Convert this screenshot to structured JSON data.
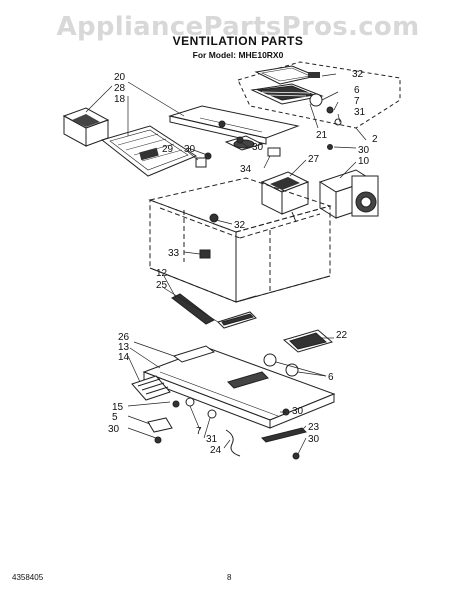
{
  "watermark": "AppliancePartsPros.com",
  "title": "VENTILATION PARTS",
  "subtitle": "For Model: MHE10RX0",
  "footer": {
    "doc_number": "4358405",
    "page_number": "8"
  },
  "callouts": [
    "20",
    "28",
    "18",
    "32",
    "6",
    "7",
    "31",
    "21",
    "2",
    "30",
    "10",
    "30",
    "29",
    "30",
    "34",
    "27",
    "32",
    "33",
    "12",
    "25",
    "22",
    "26",
    "13",
    "14",
    "6",
    "15",
    "5",
    "30",
    "7",
    "31",
    "24",
    "30",
    "23",
    "30"
  ]
}
